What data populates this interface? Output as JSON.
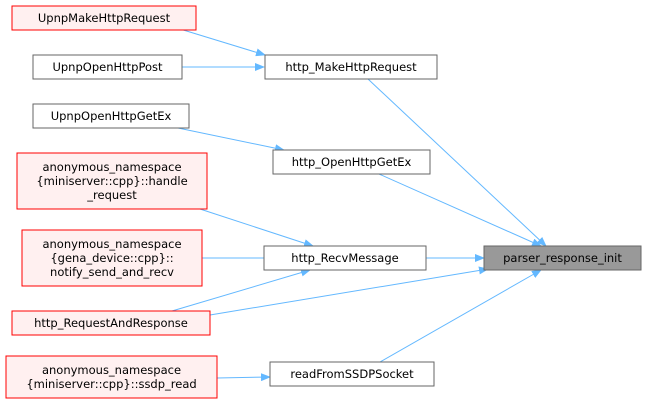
{
  "graph": {
    "colors": {
      "edge": "#63b8ff",
      "external_fill": "#fff0f0",
      "external_stroke": "#ff0000",
      "internal_fill": "#ffffff",
      "internal_stroke": "#666666",
      "focus_fill": "#999999",
      "focus_stroke": "#666666"
    },
    "nodes": [
      {
        "id": "n1",
        "name": "upnp-make-http-request-node",
        "kind": "external",
        "lines": [
          "UpnpMakeHttpRequest"
        ]
      },
      {
        "id": "n2",
        "name": "upnp-open-http-post-node",
        "kind": "internal",
        "lines": [
          "UpnpOpenHttpPost"
        ]
      },
      {
        "id": "n3",
        "name": "http-make-http-request-node",
        "kind": "internal",
        "lines": [
          "http_MakeHttpRequest"
        ]
      },
      {
        "id": "n4",
        "name": "upnp-open-http-get-ex-node",
        "kind": "internal",
        "lines": [
          "UpnpOpenHttpGetEx"
        ]
      },
      {
        "id": "n5",
        "name": "http-open-http-get-ex-node",
        "kind": "internal",
        "lines": [
          "http_OpenHttpGetEx"
        ]
      },
      {
        "id": "n6",
        "name": "miniserver-handle-request-node",
        "kind": "external",
        "lines": [
          "anonymous_namespace",
          "{miniserver::cpp}::handle",
          "_request"
        ]
      },
      {
        "id": "n7",
        "name": "gena-notify-send-and-recv-node",
        "kind": "external",
        "lines": [
          "anonymous_namespace",
          "{gena_device::cpp}::",
          "notify_send_and_recv"
        ]
      },
      {
        "id": "n8",
        "name": "http-recv-message-node",
        "kind": "internal",
        "lines": [
          "http_RecvMessage"
        ]
      },
      {
        "id": "n9",
        "name": "parser-response-init-node",
        "kind": "focus",
        "lines": [
          "parser_response_init"
        ]
      },
      {
        "id": "n10",
        "name": "http-request-and-response-node",
        "kind": "external",
        "lines": [
          "http_RequestAndResponse"
        ]
      },
      {
        "id": "n11",
        "name": "miniserver-ssdp-read-node",
        "kind": "external",
        "lines": [
          "anonymous_namespace",
          "{miniserver::cpp}::ssdp_read"
        ]
      },
      {
        "id": "n12",
        "name": "read-from-ssdp-socket-node",
        "kind": "internal",
        "lines": [
          "readFromSSDPSocket"
        ]
      }
    ],
    "edges": [
      {
        "name": "edge-upnpmake-to-httpmake"
      },
      {
        "name": "edge-upnpopenpost-to-httpmake"
      },
      {
        "name": "edge-httpmake-to-parser"
      },
      {
        "name": "edge-upnpgetex-to-httpgetex"
      },
      {
        "name": "edge-httpgetex-to-parser"
      },
      {
        "name": "edge-handlerequest-to-recvmessage"
      },
      {
        "name": "edge-notify-to-recvmessage"
      },
      {
        "name": "edge-requestandresponse-to-recvmessage"
      },
      {
        "name": "edge-recvmessage-to-parser"
      },
      {
        "name": "edge-requestandresponse-to-parser"
      },
      {
        "name": "edge-ssdpread-to-readfromssdp"
      },
      {
        "name": "edge-readfromssdp-to-parser"
      }
    ]
  }
}
